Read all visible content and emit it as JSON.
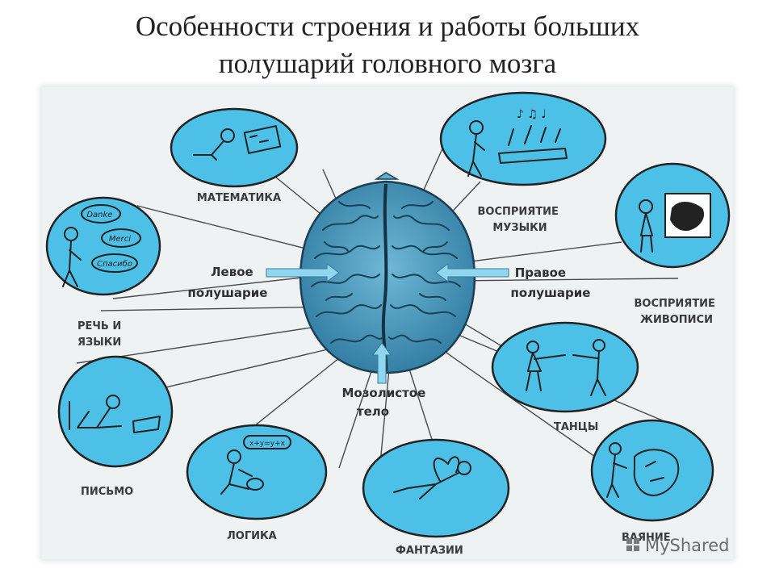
{
  "slide": {
    "title_line1": "Особенности строения и работы больших",
    "title_line2": "полушарий головного мозга"
  },
  "diagram": {
    "left_hemisphere": [
      "Левое",
      "полушарие"
    ],
    "right_hemisphere": [
      "Правое",
      "полушарие"
    ],
    "corpus_callosum": [
      "Мозолистое",
      "тело"
    ],
    "functions": {
      "math": [
        "МАТЕМАТИКА"
      ],
      "speech": [
        "РЕЧЬ И",
        "ЯЗЫКИ"
      ],
      "writing": [
        "ПИСЬМО"
      ],
      "logic": [
        "ЛОГИКА"
      ],
      "fantasy": [
        "ФАНТАЗИИ"
      ],
      "music": [
        "ВОСПРИЯТИЕ",
        "МУЗЫКИ"
      ],
      "painting": [
        "ВОСПРИЯТИЕ",
        "ЖИВОПИСИ"
      ],
      "dance": [
        "ТАНЦЫ"
      ],
      "bottom_right": [
        "ВАЯНИЕ"
      ]
    },
    "speech_bubbles": [
      "Danke",
      "Merci",
      "Спасибо"
    ],
    "logic_bubble": "x+y=y+x",
    "music_notes": "♪ ♫ ♩"
  },
  "watermark": "MyShared",
  "colors": {
    "circle": "#4cc0e6",
    "brain": "#3d8fb5",
    "panel": "#eef2f3"
  }
}
